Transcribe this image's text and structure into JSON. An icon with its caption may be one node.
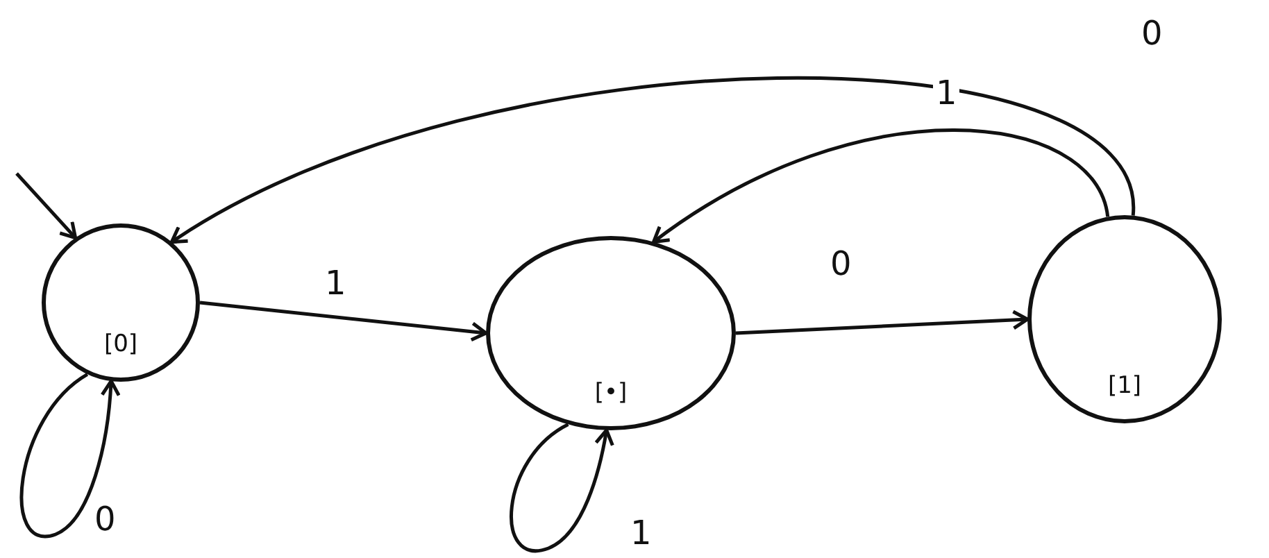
{
  "diagram": {
    "nodes": [
      {
        "text": [
          "[0]"
        ]
      },
      {
        "text": [
          "[•]"
        ]
      },
      {
        "text": [
          "[1]"
        ]
      }
    ],
    "edges": [
      {
        "from": null,
        "to": 0,
        "arrow": "to"
      },
      {
        "from": 0,
        "to": 1,
        "arrow": "to",
        "label": "1"
      },
      {
        "from": 1,
        "to": 2,
        "arrow": "to",
        "label": "0"
      },
      {
        "from": 2,
        "to": 1,
        "arrow": "to",
        "label": "1"
      },
      {
        "from": 2,
        "to": 0,
        "arrow": "to",
        "label": "0"
      },
      {
        "from": 0,
        "to": 0,
        "arrow": "to",
        "label": "0"
      },
      {
        "from": 1,
        "to": 1,
        "arrow": "to",
        "label": "1"
      }
    ]
  }
}
